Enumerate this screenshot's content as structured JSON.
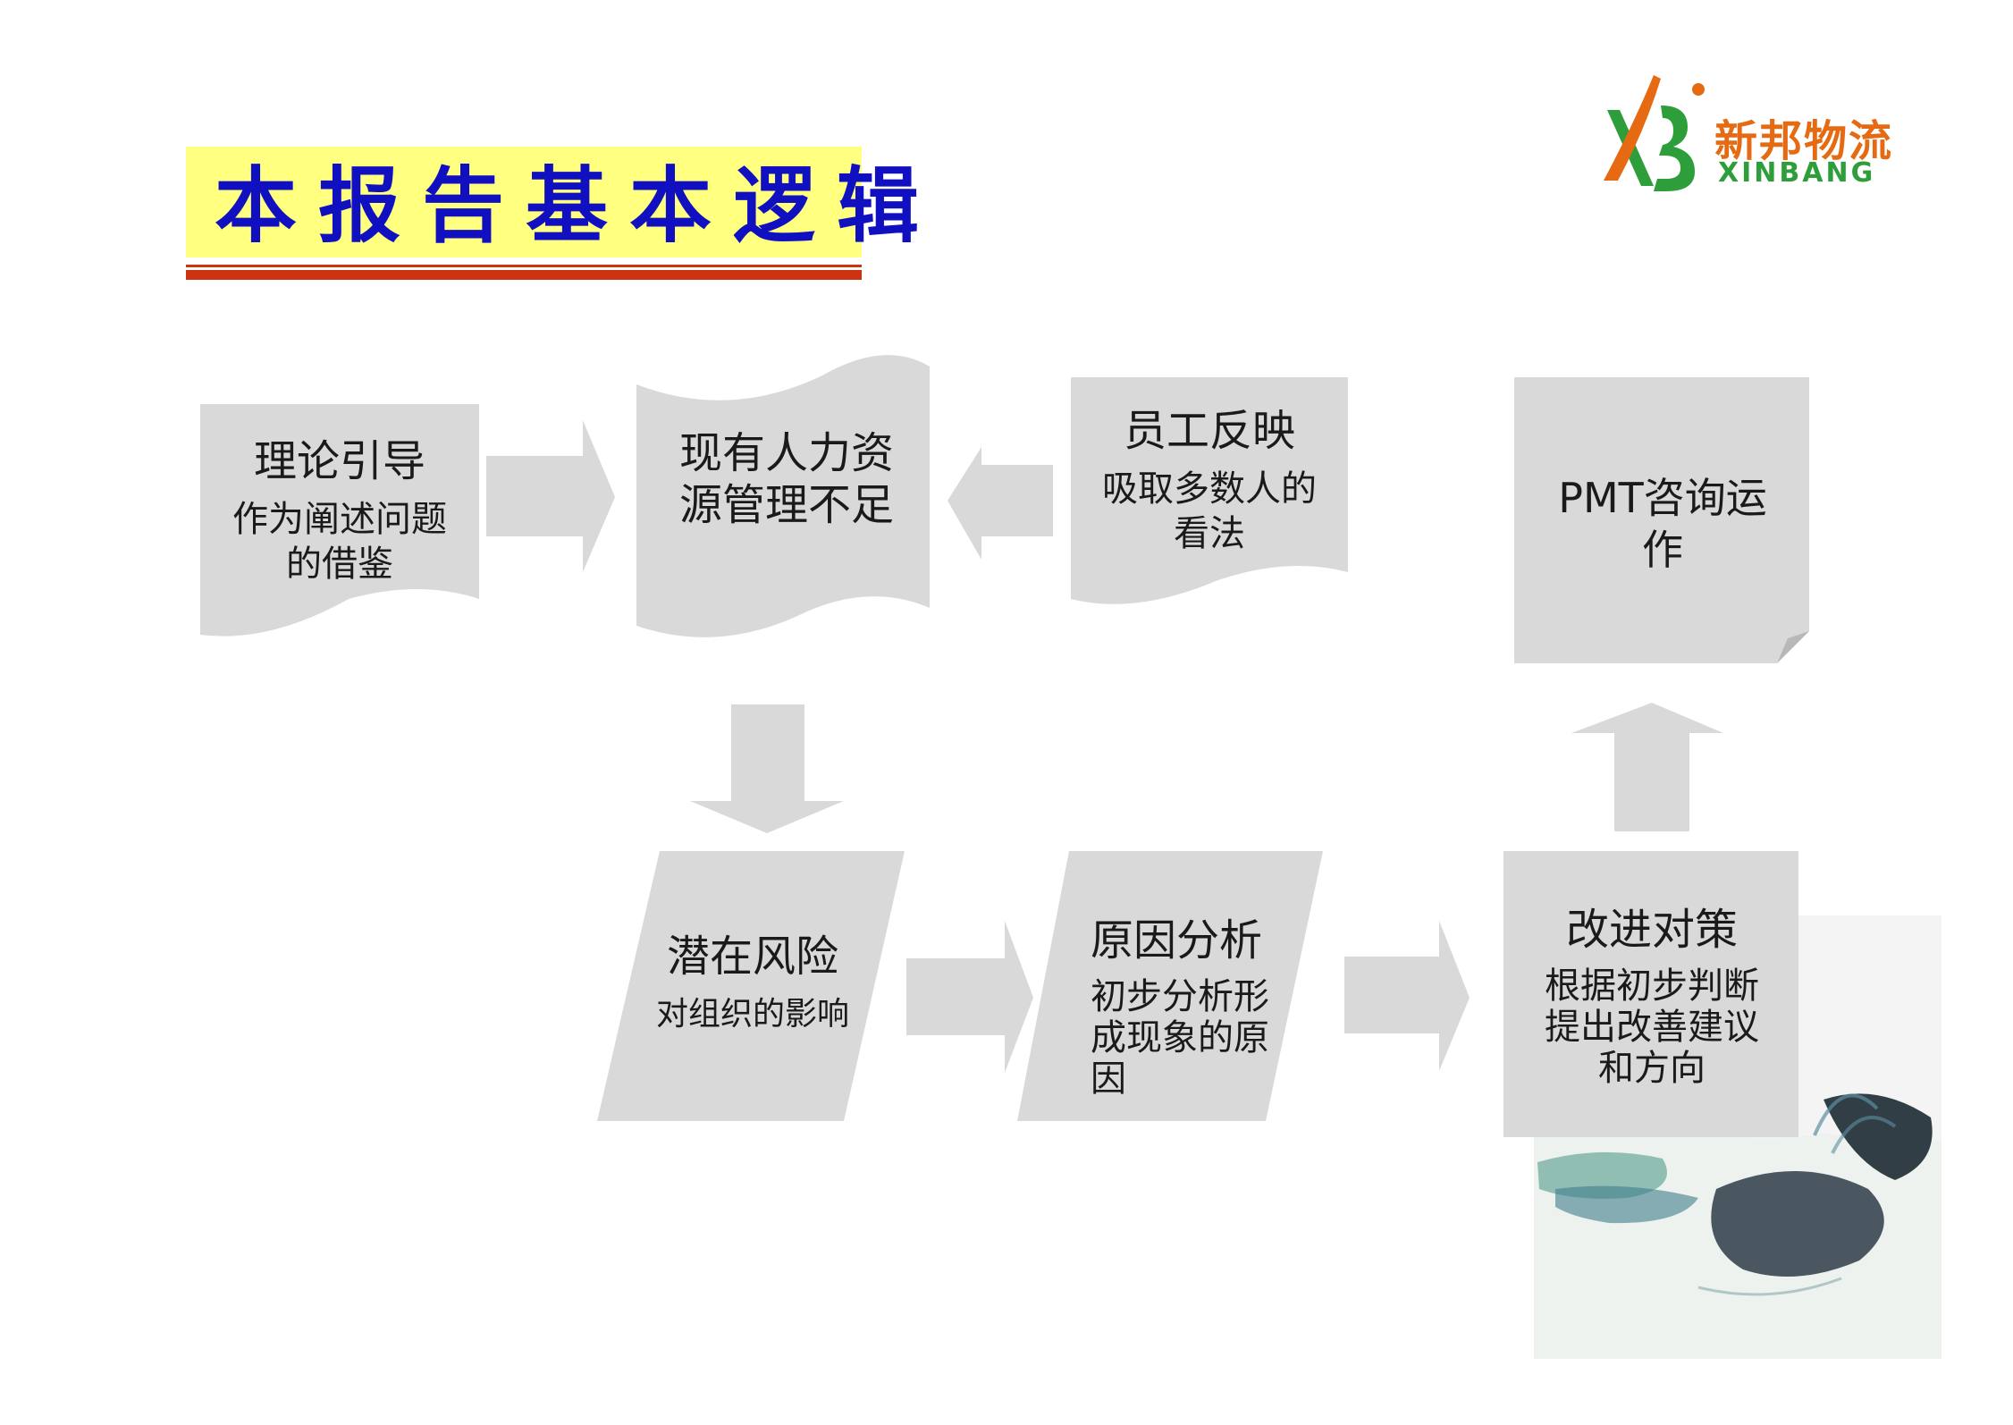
{
  "title": "本报告基本逻辑",
  "logo": {
    "name_cn": "新邦物流",
    "name_en": "XINBANG"
  },
  "nodes": {
    "theory": {
      "title": "理论引导",
      "desc": "作为阐述问题的借鉴"
    },
    "current": {
      "title": "现有人力资源管理不足"
    },
    "staff": {
      "title": "员工反映",
      "desc": "吸取多数人的看法"
    },
    "pmt": {
      "title": "PMT咨询运作"
    },
    "risk": {
      "title": "潜在风险",
      "desc": "对组织的影响"
    },
    "cause": {
      "title": "原因分析",
      "desc": "初步分析形成现象的原因"
    },
    "measure": {
      "title": "改进对策",
      "desc": "根据初步判断提出改善建议和方向"
    }
  },
  "colors": {
    "shape_fill": "#d9d9d9",
    "title_band": "#ffff80",
    "title_text": "#1010c0",
    "title_rule": "#cc3311",
    "logo_orange": "#e56a12",
    "logo_green": "#2e9e3a"
  }
}
